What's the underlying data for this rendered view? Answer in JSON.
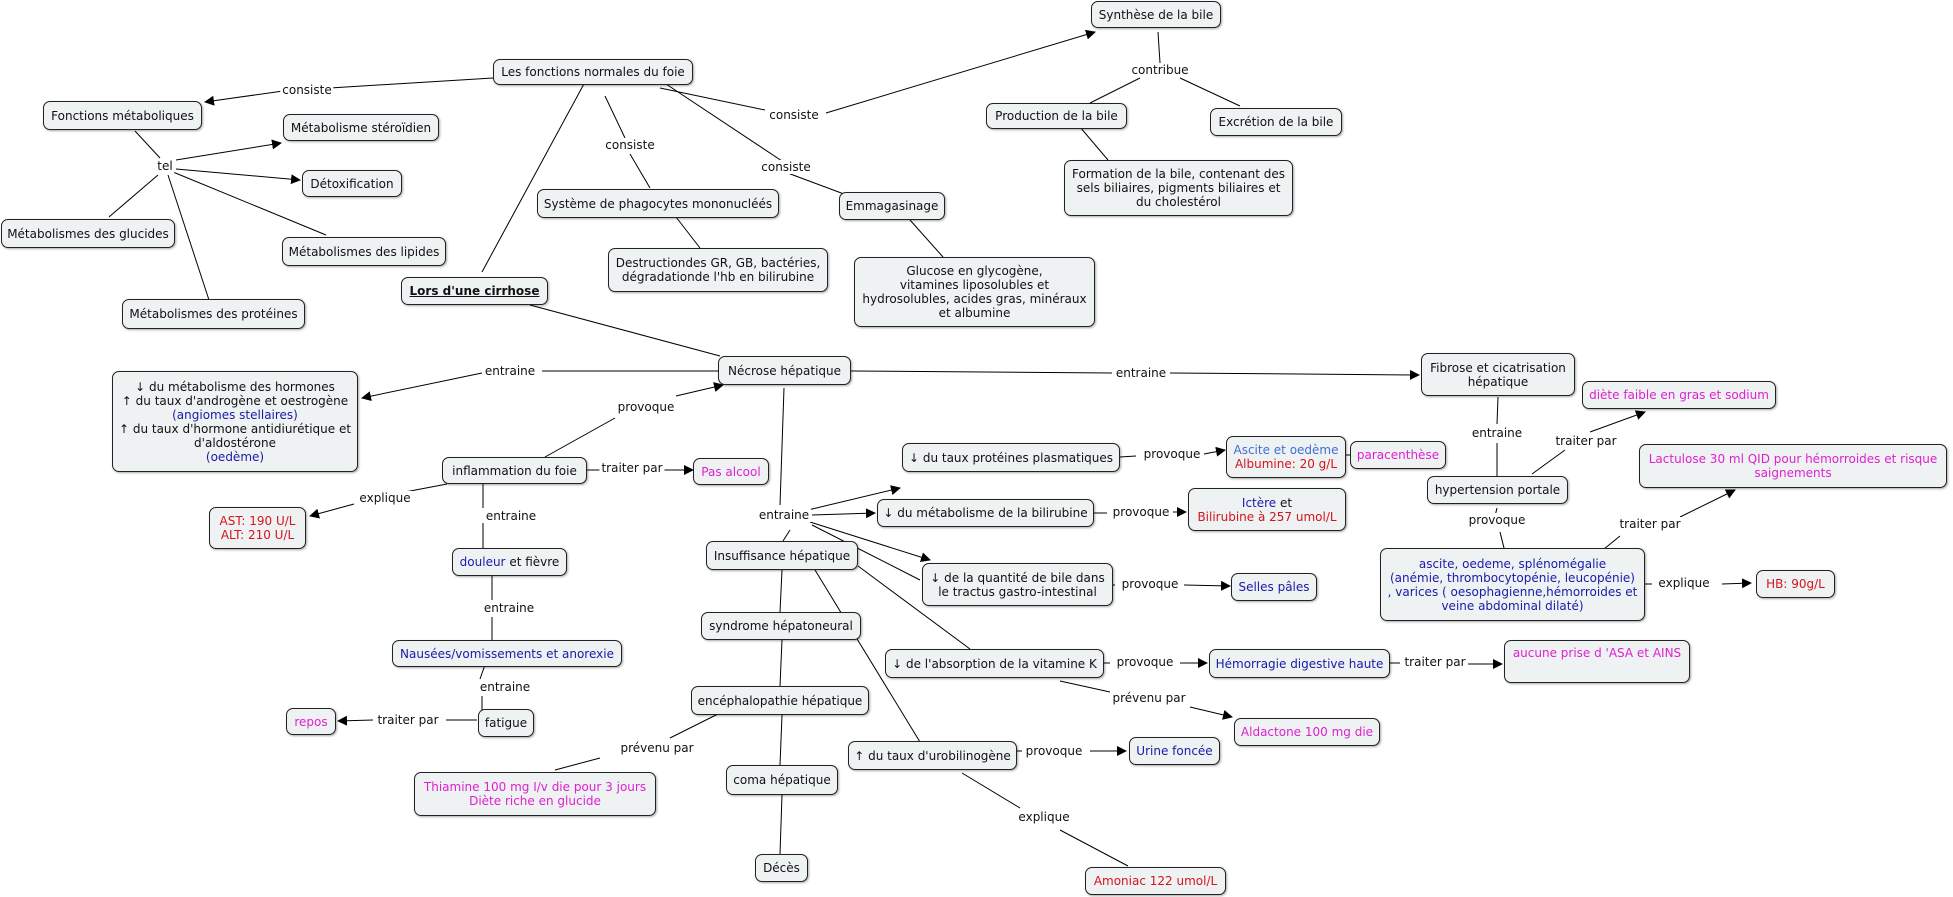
{
  "nodes": {
    "fonctions_normales": "Les fonctions normales du foie",
    "synthese_bile": "Synthèse de la bile",
    "fonctions_metaboliques": "Fonctions métaboliques",
    "metab_steroidien": "Métabolisme stéroïdien",
    "detoxification": "Détoxification",
    "metab_glucides": "Métabolismes des glucides",
    "metab_lipides": "Métabolismes des lipides",
    "metab_proteines": "Métabolismes des protéines",
    "production_bile": "Production de la bile",
    "excretion_bile": "Excrétion de la bile",
    "formation_bile": [
      "Formation de la bile, contenant des",
      "sels biliaires, pigments biliaires et",
      "du cholestérol"
    ],
    "phagocytes": "Système de phagocytes mononucléés",
    "destruction": [
      "Destructiondes GR, GB, bactéries,",
      "dégradationde l'hb en bilirubine"
    ],
    "emmagasinage": "Emmagasinage",
    "glucose": [
      "Glucose en glycogène,",
      "vitamines liposolubles et",
      "hydrosolubles, acides gras, minéraux",
      "et albumine"
    ],
    "cirrhose": "Lors d'une cirrhose",
    "necrose": "Nécrose hépatique",
    "hormones": [
      "↓ du métabolisme des hormones",
      "↑ du taux d'androgène et oestrogène",
      "(angiomes stellaires)",
      "↑ du taux d'hormone antidiurétique et",
      "d'aldostérone",
      "(oedème)"
    ],
    "fibrose": [
      "Fibrose et cicatrisation",
      "hépatique"
    ],
    "diete_faible": "diète faible en gras et sodium",
    "lactulose": [
      "Lactulose 30 ml QID pour hémorroides et risque",
      "saignements"
    ],
    "inflammation": "inflammation du foie",
    "pas_alcool": "Pas alcool",
    "ast_alt": [
      "AST: 190 U/L",
      "ALT: 210 U/L"
    ],
    "douleur": [
      "douleur",
      " et fièvre"
    ],
    "nausees": "Nausées/vomissements et anorexie",
    "fatigue": "fatigue",
    "repos": "repos",
    "proteines_plasma": "↓ du taux protéines plasmatiques",
    "ascite_oedeme": [
      "Ascite et oedème",
      "Albumine: 20 g/L"
    ],
    "paracenthese": "paracenthèse",
    "bilirubine_metab": "↓ du métabolisme de la bilirubine",
    "ictere": [
      "Ictère",
      " et",
      "Bilirubine à 257 umol/L"
    ],
    "hypertension": "hypertension portale",
    "insuffisance": "Insuffisance hépatique",
    "quantite_bile": [
      "↓ de la quantité de bile dans",
      "le tractus gastro-intestinal"
    ],
    "selles": "Selles pâles",
    "ascite_box": [
      "ascite, oedeme, splénomégalie",
      "(anémie, thrombocytopénie, leucopénie)",
      ", varices ( oesophagienne,hémorroides et",
      "veine abdominal dilaté)"
    ],
    "hb": "HB: 90g/L",
    "syndrome": "syndrome hépatoneural",
    "vitamine_k": "↓ de l'absorption de la vitamine K",
    "hemorragie": "Hémorragie digestive haute",
    "aucune_prise": "aucune prise d 'ASA et AINS",
    "encephalopathie": "encéphalopathie hépatique",
    "aldactone": "Aldactone 100 mg die",
    "thiamine": [
      "Thiamine 100 mg I/v die pour 3 jours",
      "Diète riche en glucide"
    ],
    "urobilinogene": "↑ du taux d'urobilinogène",
    "urine": "Urine foncée",
    "coma": "coma hépatique",
    "deces": "Décès",
    "amoniac": "Amoniac 122 umol/L"
  },
  "labels": {
    "consiste": "consiste",
    "contribue": "contribue",
    "tel": "tel",
    "entraine": "entraine",
    "provoque": "provoque",
    "traiter_par": "traiter par",
    "explique": "explique",
    "prevenu_par": "prévenu par"
  },
  "colors": {
    "node_fill": "#eef2f3",
    "border": "#222222",
    "blue": "#1a1aa8",
    "light_blue": "#3f6fd6",
    "red": "#d4141e",
    "magenta": "#e020d0"
  }
}
